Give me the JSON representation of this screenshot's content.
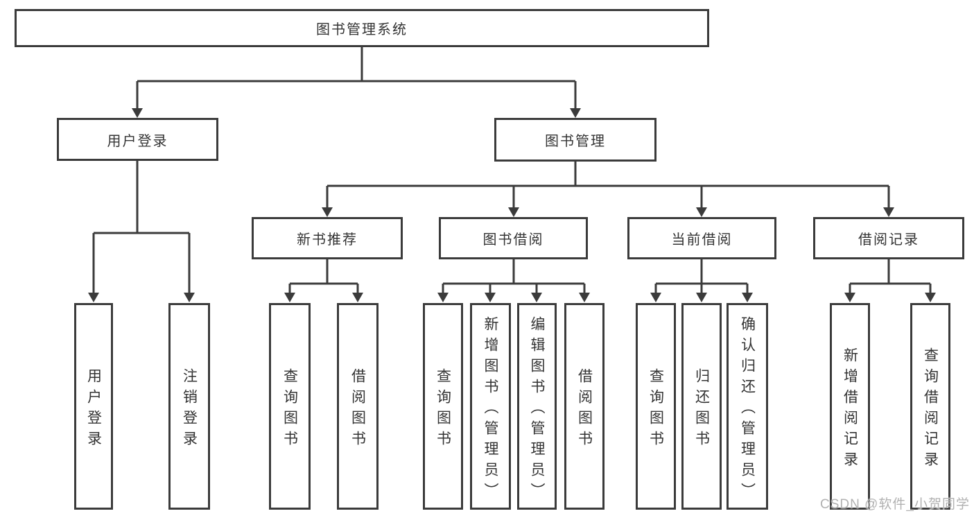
{
  "tree": {
    "label": "图书管理系统",
    "children": [
      {
        "label": "用户登录",
        "children": [
          {
            "label": "用户登录"
          },
          {
            "label": "注销登录"
          }
        ]
      },
      {
        "label": "图书管理",
        "children": [
          {
            "label": "新书推荐",
            "children": [
              {
                "label": "查询图书"
              },
              {
                "label": "借阅图书"
              }
            ]
          },
          {
            "label": "图书借阅",
            "children": [
              {
                "label": "查询图书"
              },
              {
                "label": "新增图书（管理员）"
              },
              {
                "label": "编辑图书（管理员）"
              },
              {
                "label": "借阅图书"
              }
            ]
          },
          {
            "label": "当前借阅",
            "children": [
              {
                "label": "查询图书"
              },
              {
                "label": "归还图书"
              },
              {
                "label": "确认归还（管理员）"
              }
            ]
          },
          {
            "label": "借阅记录",
            "children": [
              {
                "label": "新增借阅记录"
              },
              {
                "label": "查询借阅记录"
              }
            ]
          }
        ]
      }
    ]
  },
  "watermark": {
    "text": "CSDN @软件_小贺同学"
  },
  "colors": {
    "line": "#3b3b3b",
    "text": "#333333",
    "watermark": "#b1b1b1",
    "background": "#ffffff"
  }
}
